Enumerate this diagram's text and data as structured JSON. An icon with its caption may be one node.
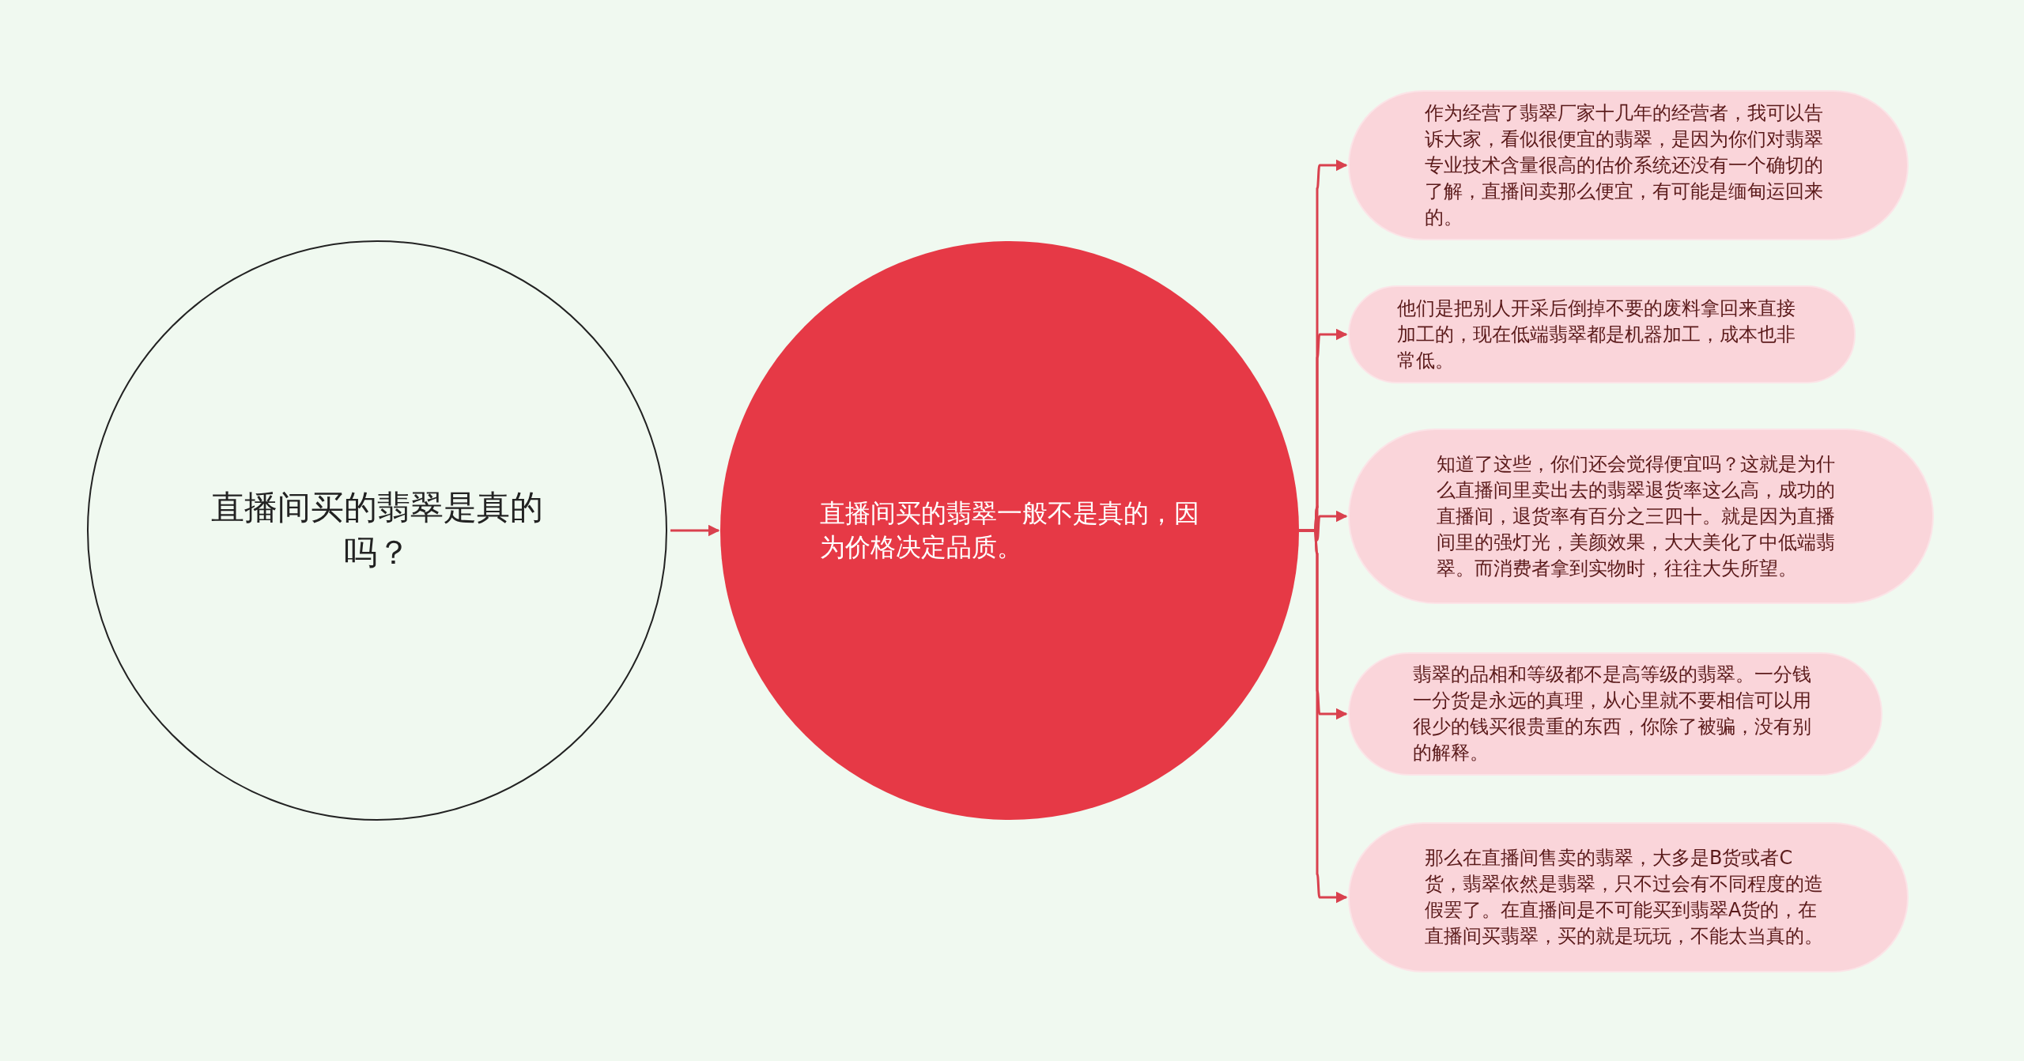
{
  "diagram": {
    "nodes": [
      {
        "text": [
          "直播间买的翡翠是真的吗？"
        ]
      },
      {
        "text": [
          "直播间买的翡翠一般不是真的，因为价格决定品质。"
        ]
      },
      {
        "text": [
          "作为经营了翡翠厂家十几年的经营者，我可以告诉大家，看似很便宜的翡翠，是因为你们对翡翠专业技术含量很高的估价系统还没有一个确切的了解，直播间卖那么便宜，有可能是缅甸运回来的。"
        ]
      },
      {
        "text": [
          "他们是把别人开采后倒掉不要的废料拿回来直接加工的，现在低端翡翠都是机器加工，成本也非常低。"
        ]
      },
      {
        "text": [
          "知道了这些，你们还会觉得便宜吗？这就是为什么直播间里卖出去的翡翠退货率这么高，成功的直播间，退货率有百分之三四十。就是因为直播间里的强灯光，美颜效果，大大美化了中低端翡翠。而消费者拿到实物时，往往大失所望。"
        ]
      },
      {
        "text": [
          "翡翠的品相和等级都不是高等级的翡翠。一分钱一分货是永远的真理，从心里就不要相信可以用很少的钱买很贵重的东西，你除了被骗，没有别的解释。"
        ]
      },
      {
        "text": [
          "那么在直播间售卖的翡翠，大多是B货或者C货，翡翠依然是翡翠，只不过会有不同程度的造假罢了。在直播间是不可能买到翡翠A货的，在直播间买翡翠，买的就是玩玩，不能太当真的。"
        ]
      }
    ],
    "edges": [
      {
        "from": 0,
        "to": 1,
        "arrow": "to"
      },
      {
        "from": 1,
        "to": 2,
        "arrow": "to"
      },
      {
        "from": 1,
        "to": 3,
        "arrow": "to"
      },
      {
        "from": 1,
        "to": 4,
        "arrow": "to"
      },
      {
        "from": 1,
        "to": 5,
        "arrow": "to"
      },
      {
        "from": 1,
        "to": 6,
        "arrow": "to"
      }
    ]
  }
}
